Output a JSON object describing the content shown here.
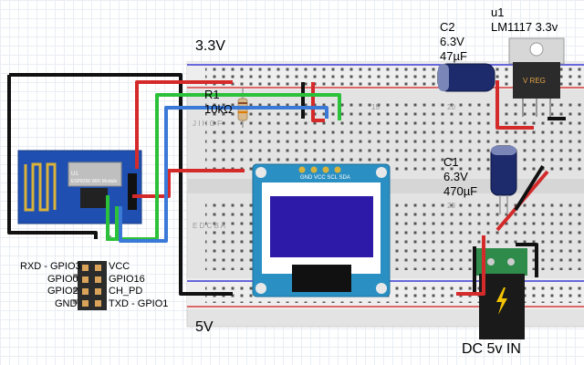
{
  "labels": {
    "rail_top": "3.3V",
    "rail_bottom": "5V"
  },
  "resistor": {
    "ref": "R1",
    "value": "10kΩ"
  },
  "c2": {
    "ref": "C2",
    "voltage": "6.3V",
    "capacitance": "47µF"
  },
  "regulator": {
    "ref": "u1",
    "part": "LM1117 3.3v",
    "marking": "V REG"
  },
  "c1": {
    "ref": "C1",
    "voltage": "6.3V",
    "capacitance": "470µF"
  },
  "dc_jack": {
    "label": "DC 5v IN"
  },
  "esp": {
    "ref": "U1",
    "module_name": "ESP8266 WiFi Module"
  },
  "oled": {
    "pins": "GND VCC SCL SDA"
  },
  "board": {
    "row_letters_top": "J I H G F",
    "row_letters_bottom": "E D C B A",
    "col_15": "15",
    "col_20": "20"
  },
  "pinout": {
    "left": [
      "RXD - GPIO3",
      "GPIO0",
      "GPIO2",
      "GND"
    ],
    "right": [
      "VCC",
      "GPIO16",
      "CH_PD",
      "TXD - GPIO1"
    ]
  },
  "colors": {
    "wire_power": "#d42a2a",
    "wire_ground": "#111111",
    "wire_sda": "#2bc13a",
    "wire_scl": "#3b79d6",
    "esp_board": "#1f4fb0",
    "oled_board": "#2a8fc2",
    "oled_screen": "#2d1aa8"
  },
  "icons": {
    "dc_jack_symbol": "lightning-icon",
    "esp_antenna": "antenna-trace-icon"
  }
}
